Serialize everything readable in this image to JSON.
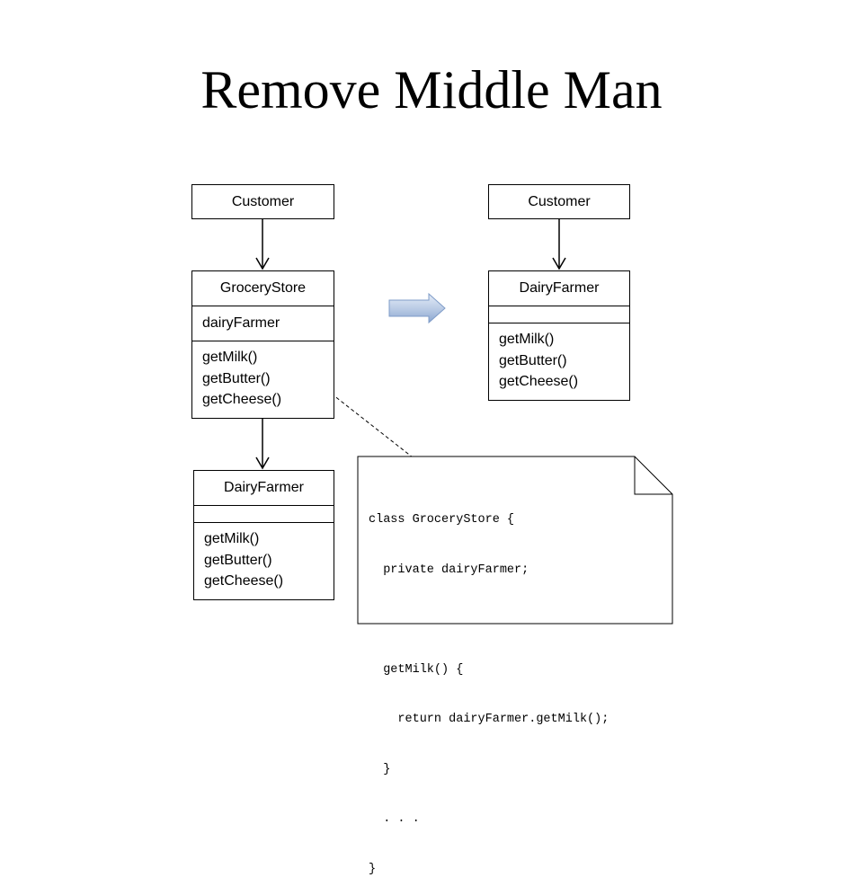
{
  "title": "Remove Middle Man",
  "before": {
    "customer": {
      "name": "Customer"
    },
    "grocery_store": {
      "name": "GroceryStore",
      "attributes": [
        "dairyFarmer"
      ],
      "methods": [
        "getMilk()",
        "getButter()",
        "getCheese()"
      ]
    },
    "dairy_farmer": {
      "name": "DairyFarmer",
      "attributes": [],
      "methods": [
        "getMilk()",
        "getButter()",
        "getCheese()"
      ]
    }
  },
  "after": {
    "customer": {
      "name": "Customer"
    },
    "dairy_farmer": {
      "name": "DairyFarmer",
      "attributes": [],
      "methods": [
        "getMilk()",
        "getButter()",
        "getCheese()"
      ]
    }
  },
  "note": {
    "code_lines": [
      "class GroceryStore {",
      "  private dairyFarmer;",
      "",
      "  getMilk() {",
      "    return dairyFarmer.getMilk();",
      "  }",
      "  . . .",
      "}"
    ]
  },
  "colors": {
    "arrow_fill_light": "#dde7f4",
    "arrow_fill_dark": "#8aa6cf",
    "arrow_stroke": "#7f9cc8",
    "line": "#000000"
  }
}
